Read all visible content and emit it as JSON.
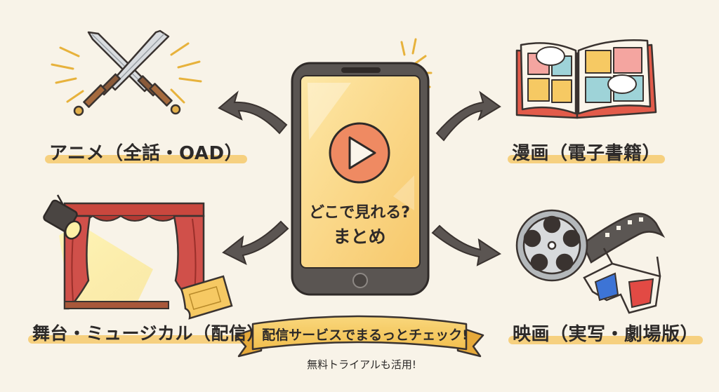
{
  "categories": {
    "anime": "アニメ（全話・OAD）",
    "manga": "漫画（電子書籍）",
    "stage": "舞台・ミュージカル（配信）",
    "movie": "映画（実写・劇場版）"
  },
  "phone": {
    "question": "どこで見れる?",
    "summary": "まとめ"
  },
  "banner": {
    "main": "配信サービスでまるっとチェック!",
    "sub": "無料トライアルも活用!"
  },
  "colors": {
    "background": "#f8f3e8",
    "accent_yellow": "#f6c45c",
    "play_orange": "#ef8a62",
    "ink": "#2f2a28",
    "curtain_red": "#c9473e"
  },
  "icons": {
    "anime": "crossed-swords-icon",
    "manga": "open-book-icon",
    "stage": "stage-curtain-spotlight-icon",
    "movie": "film-reel-3d-glasses-icon",
    "center": "smartphone-play-icon",
    "ticket": "ticket-icon"
  }
}
